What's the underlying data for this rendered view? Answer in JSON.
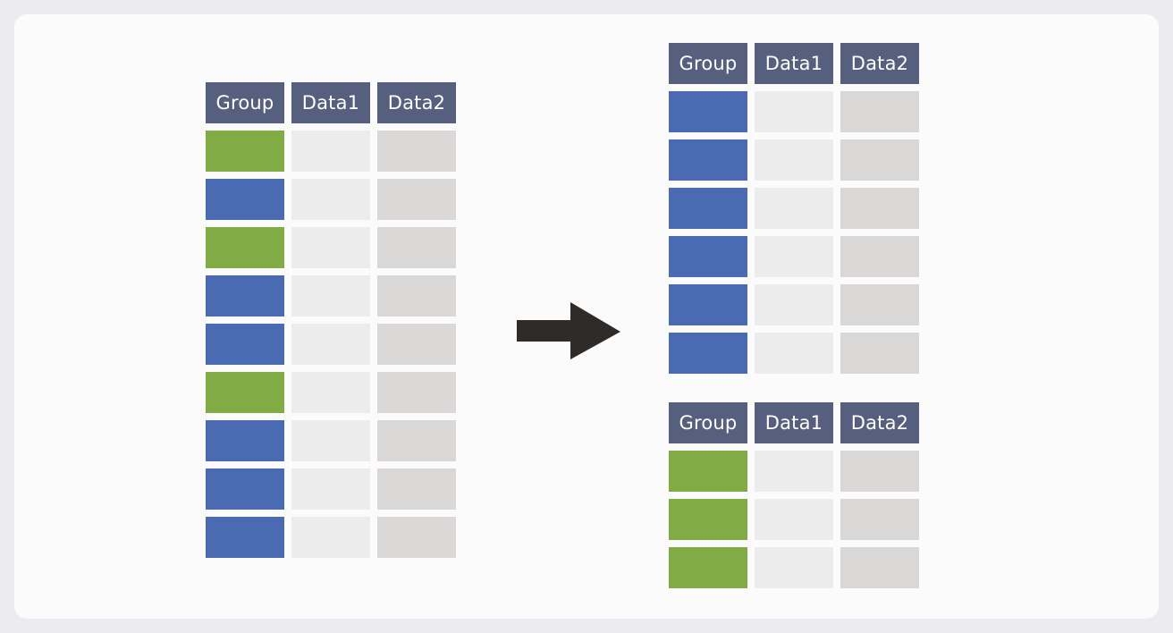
{
  "headers": [
    "Group",
    "Data1",
    "Data2"
  ],
  "colors": {
    "group_green": "#80ab45",
    "group_blue": "#4a6bb2",
    "header_bg": "#565f7e",
    "data1_fill": "#ececec",
    "data2_fill": "#d9d8d6",
    "arrow": "#2f2b28"
  },
  "source_table": {
    "groups": [
      "green",
      "blue",
      "green",
      "blue",
      "blue",
      "green",
      "blue",
      "blue",
      "blue"
    ]
  },
  "result_tables": [
    {
      "groups": [
        "blue",
        "blue",
        "blue",
        "blue",
        "blue",
        "blue"
      ]
    },
    {
      "groups": [
        "green",
        "green",
        "green"
      ]
    }
  ],
  "arrow_icon": "right-arrow-icon"
}
